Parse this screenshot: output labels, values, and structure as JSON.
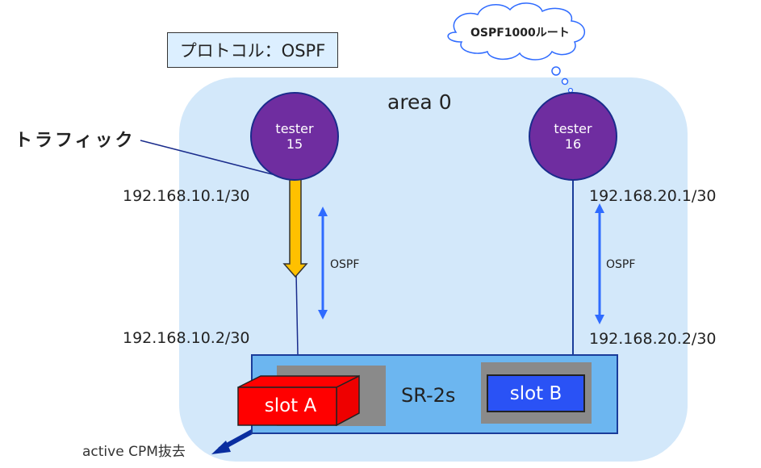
{
  "protocol_label": "プロトコル：OSPF",
  "area_label": "area 0",
  "traffic_label": "トラフィック",
  "cloud_label": "OSPF1000ルート",
  "testers": [
    {
      "line1": "tester",
      "line2": "15"
    },
    {
      "line1": "tester",
      "line2": "16"
    }
  ],
  "links": [
    {
      "top_ip": "192.168.10.1/30",
      "bottom_ip": "192.168.10.2/30",
      "protocol": "OSPF"
    },
    {
      "top_ip": "192.168.20.1/30",
      "bottom_ip": "192.168.20.2/30",
      "protocol": "OSPF"
    }
  ],
  "router": {
    "name": "SR-2s",
    "slots": [
      {
        "label": "slot A",
        "state": "removed"
      },
      {
        "label": "slot B",
        "state": "installed"
      }
    ]
  },
  "removal_label": "active CPM抜去",
  "colors": {
    "area": "#d3e8fa",
    "tester": "#6f2da0",
    "traffic_arrow": "#ffc000",
    "ospf_arrow": "#2f6bff",
    "router": "#6cb6f0",
    "slot_a": "#ff0000",
    "slot_b": "#2a52f5"
  }
}
